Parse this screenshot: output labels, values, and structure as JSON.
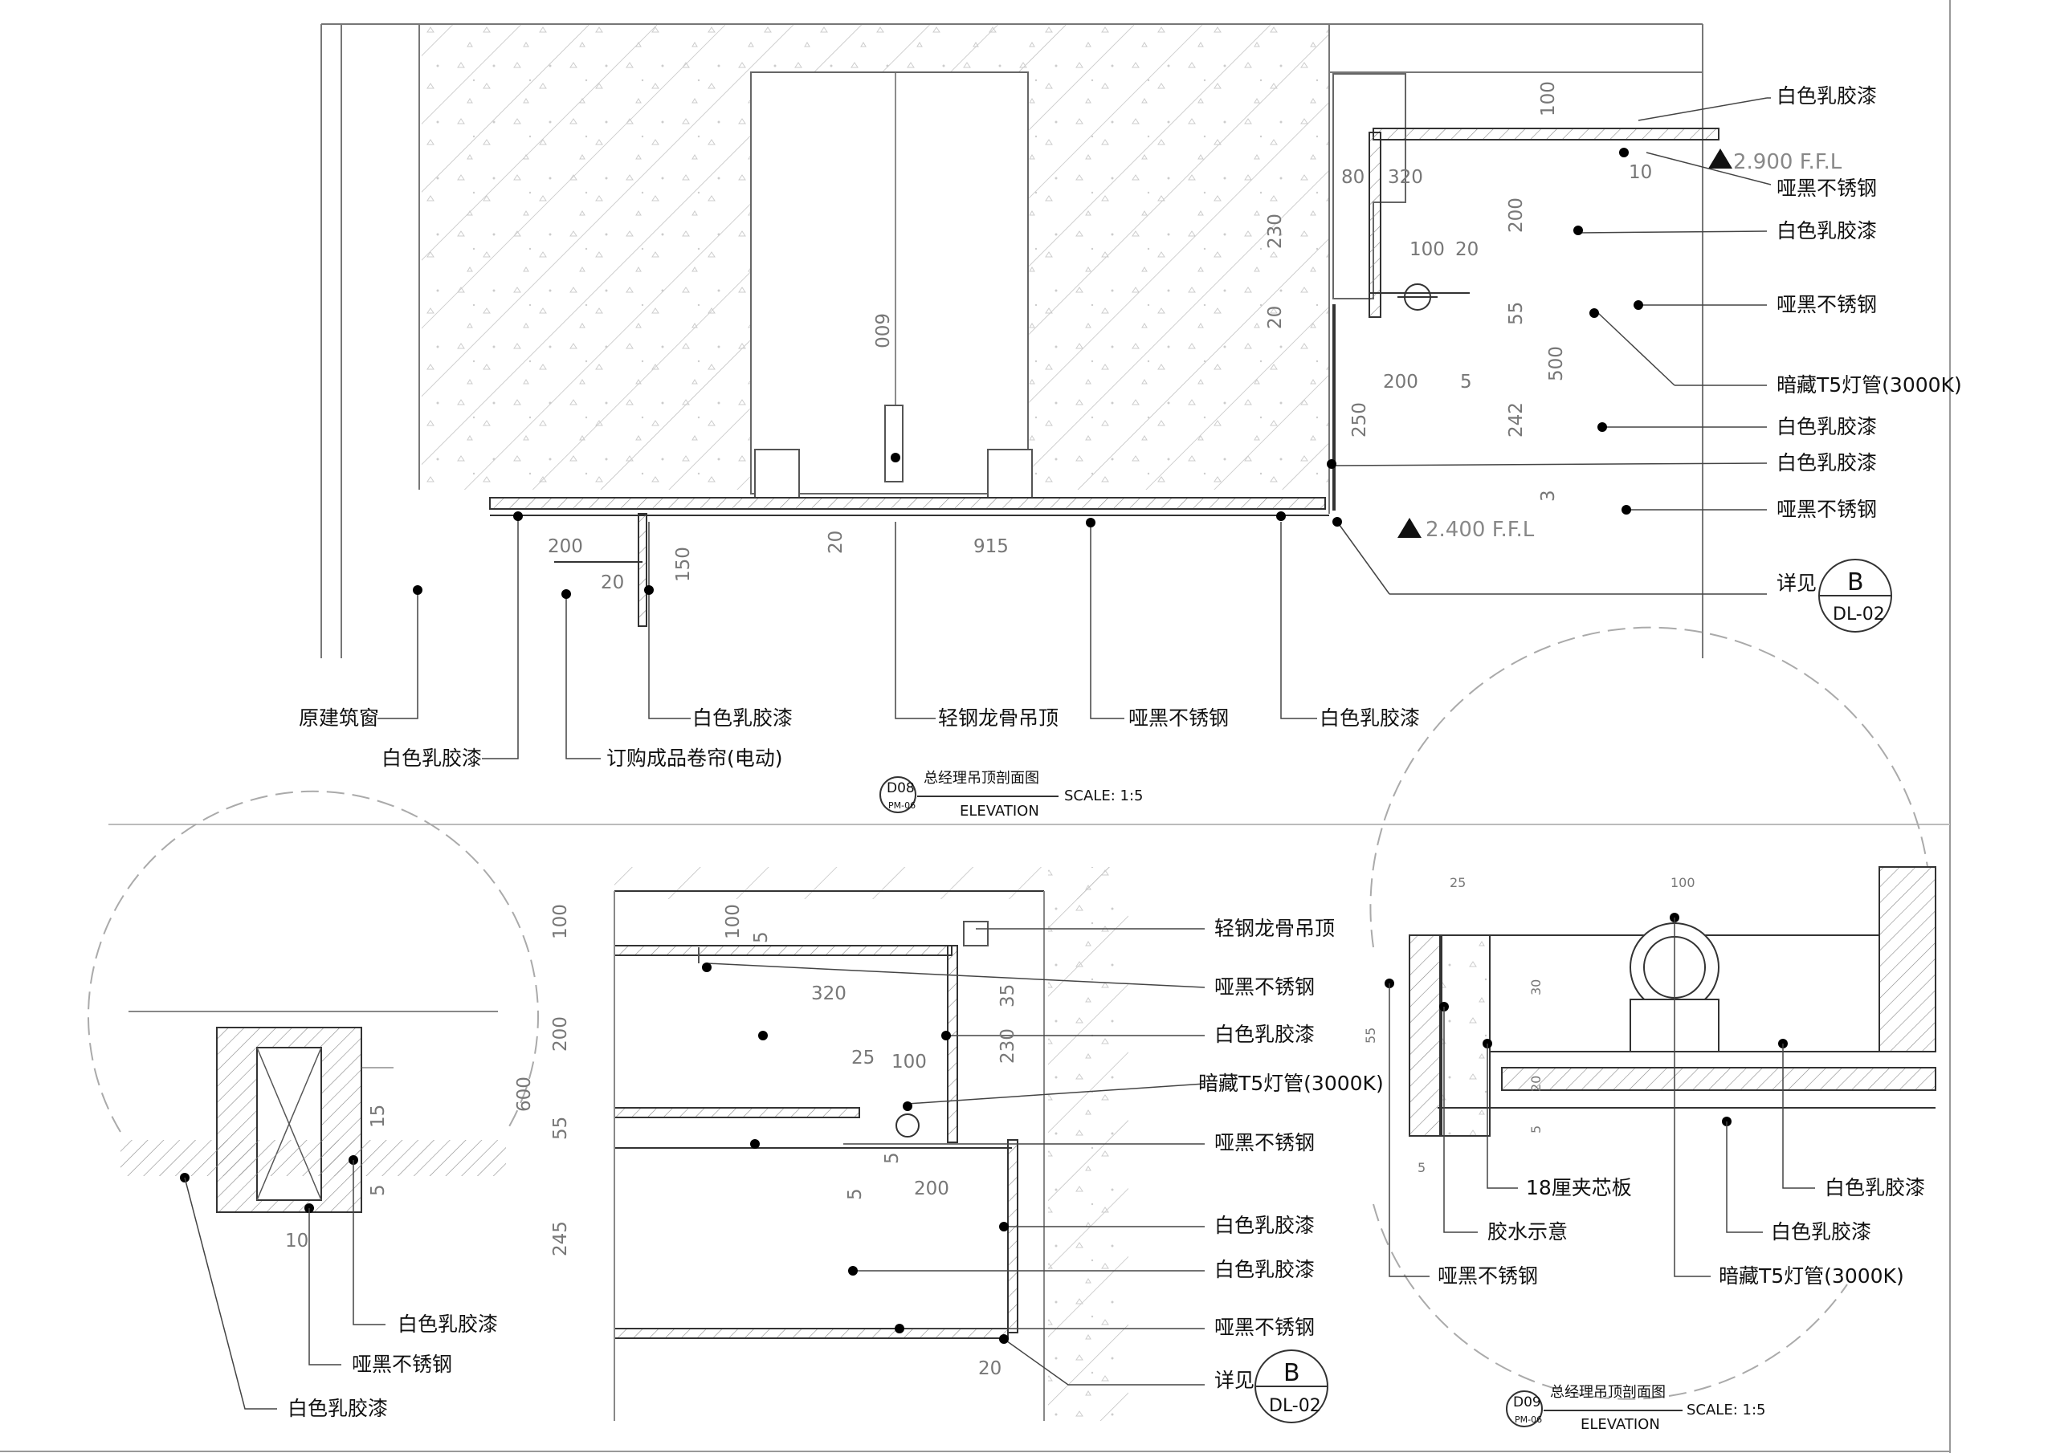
{
  "elevation_d08": {
    "callouts_right": [
      "白色乳胶漆",
      "哑黑不锈钢",
      "白色乳胶漆",
      "哑黑不锈钢",
      "暗藏T5灯管(3000K)",
      "白色乳胶漆",
      "白色乳胶漆",
      "哑黑不锈钢"
    ],
    "callouts_bottom": [
      "原建筑窗",
      "白色乳胶漆",
      "订购成品卷帘(电动)",
      "白色乳胶漆",
      "轻钢龙骨吊顶",
      "哑黑不锈钢",
      "白色乳胶漆"
    ],
    "ffl_upper": "2.900 F.F.L",
    "ffl_lower": "2.400 F.F.L",
    "dims": [
      "100",
      "320",
      "80",
      "230",
      "200",
      "100",
      "20",
      "20",
      "55",
      "200",
      "5",
      "500",
      "250",
      "242",
      "3",
      "10",
      "600",
      "200",
      "20",
      "150",
      "20",
      "915"
    ],
    "detail_ref": {
      "see": "详见",
      "letter": "B",
      "sheet": "DL-02"
    },
    "title_block": {
      "code": "D08",
      "sheet": "PM-06",
      "title": "总经理吊顶剖面图",
      "subtitle": "ELEVATION",
      "scale": "SCALE: 1:5"
    }
  },
  "elevation_d09": {
    "callouts_middle": [
      "轻钢龙骨吊顶",
      "哑黑不锈钢",
      "白色乳胶漆",
      "暗藏T5灯管(3000K)",
      "哑黑不锈钢",
      "白色乳胶漆",
      "白色乳胶漆",
      "哑黑不锈钢"
    ],
    "dims": [
      "100",
      "100",
      "5",
      "320",
      "200",
      "600",
      "55",
      "245",
      "25",
      "100",
      "230",
      "35",
      "5",
      "200",
      "20",
      "5"
    ],
    "detail_ref": {
      "see": "详见",
      "letter": "B",
      "sheet": "DL-02"
    },
    "detail_left": {
      "callouts": [
        "白色乳胶漆",
        "哑黑不锈钢",
        "白色乳胶漆"
      ],
      "dims": [
        "15",
        "5",
        "10"
      ]
    },
    "detail_right": {
      "callouts": [
        "18厘夹芯板",
        "胶水示意",
        "哑黑不锈钢",
        "白色乳胶漆",
        "白色乳胶漆",
        "暗藏T5灯管(3000K)"
      ],
      "dims": [
        "25",
        "100",
        "55",
        "30",
        "20",
        "5",
        "5"
      ]
    },
    "title_block": {
      "code": "D09",
      "sheet": "PM-06",
      "title": "总经理吊顶剖面图",
      "subtitle": "ELEVATION",
      "scale": "SCALE: 1:5"
    }
  }
}
